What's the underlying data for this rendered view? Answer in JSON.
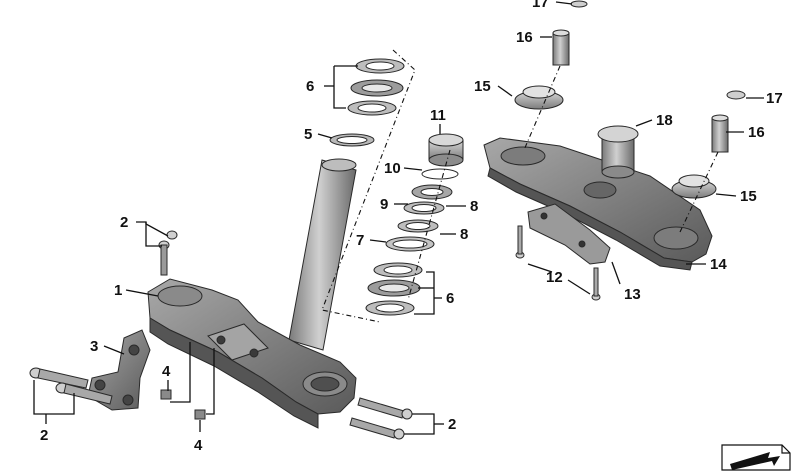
{
  "diagram": {
    "colors": {
      "metal_dark": "#6f6f6f",
      "metal_mid": "#9c9c9c",
      "metal_light": "#c9c9c9",
      "metal_shadow": "#4a4a4a",
      "line": "#111111"
    },
    "callouts": {
      "c1": "1",
      "c2a": "2",
      "c2b": "2",
      "c2c": "2",
      "c3": "3",
      "c4a": "4",
      "c4b": "4",
      "c5": "5",
      "c6a": "6",
      "c6b": "6",
      "c7": "7",
      "c8a": "8",
      "c8b": "8",
      "c9": "9",
      "c10": "10",
      "c11": "11",
      "c12": "12",
      "c13": "13",
      "c14": "14",
      "c15a": "15",
      "c15b": "15",
      "c16a": "16",
      "c16b": "16",
      "c17a": "17",
      "c17b": "17",
      "c18": "18"
    },
    "icons": {
      "corner_logo": "folded-corner-arrow-icon"
    }
  }
}
